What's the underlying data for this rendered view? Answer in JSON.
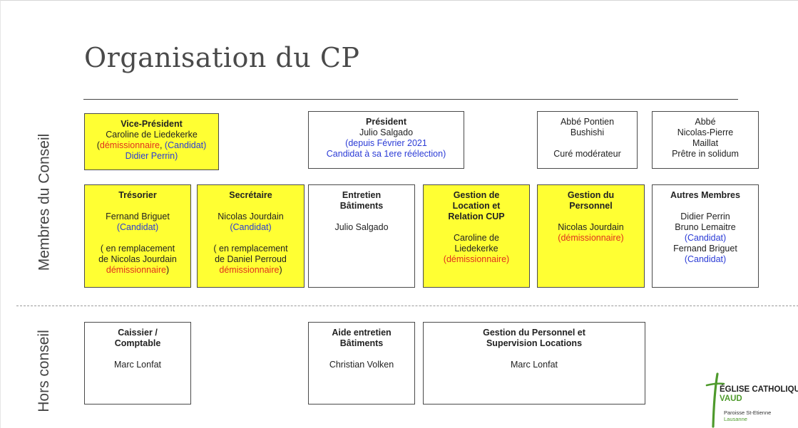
{
  "slide": {
    "title": "Organisation du CP",
    "section_members": "Membres du Conseil",
    "section_hors": "Hors conseil"
  },
  "colors": {
    "highlight": "#ffff33",
    "candidate_text": "#2b3bd6",
    "resigned_text": "#e0301e",
    "logo_green": "#4e9a2c"
  },
  "boxes": {
    "vice_president": {
      "title": "Vice-Président",
      "name": "Caroline de Liedekerke",
      "status_resigned": "démissionnaire",
      "comma": ",",
      "candidate_prefix": "(Candidat)",
      "candidate_name": "Didier Perrin)"
    },
    "president": {
      "title": "Président",
      "name": "Julio Salgado",
      "since": "(depuis Février 2021",
      "reelection": "Candidat à sa 1ere réélection)"
    },
    "abbe_pontien": {
      "line1": "Abbé Pontien",
      "line2": "Bushishi",
      "role": "Curé modérateur"
    },
    "abbe_maillat": {
      "line1": "Abbé",
      "line2": "Nicolas-Pierre",
      "line3": "Maillat",
      "role": "Prêtre in solidum"
    },
    "tresorier": {
      "title": "Trésorier",
      "name": "Fernand Briguet",
      "candidate": "(Candidat)",
      "replace1": "( en remplacement",
      "replace2": "de Nicolas Jourdain",
      "resigned": "démissionnaire"
    },
    "secretaire": {
      "title": "Secrétaire",
      "name": "Nicolas Jourdain",
      "candidate": "(Candidat)",
      "replace1": "( en remplacement",
      "replace2": "de Daniel Perroud",
      "resigned": "démissionnaire"
    },
    "entretien": {
      "title1": "Entretien",
      "title2": "Bâtiments",
      "name": "Julio Salgado"
    },
    "location": {
      "title1": "Gestion de",
      "title2": "Location et",
      "title3": "Relation CUP",
      "name1": "Caroline de",
      "name2": "Liedekerke",
      "resigned": "(démissionnaire)"
    },
    "personnel": {
      "title1": "Gestion du",
      "title2": "Personnel",
      "name": "Nicolas Jourdain",
      "resigned": "(démissionnaire)"
    },
    "autres": {
      "title": "Autres Membres",
      "member1": "Didier Perrin",
      "member2": "Bruno Lemaitre",
      "member2_status": "(Candidat)",
      "member3": "Fernand Briguet",
      "member3_status": "(Candidat)"
    },
    "caissier": {
      "title1": "Caissier /",
      "title2": "Comptable",
      "name": "Marc Lonfat"
    },
    "aide_entretien": {
      "title1": "Aide entretien",
      "title2": "Bâtiments",
      "name": "Christian Volken"
    },
    "gestion_supervision": {
      "title1": "Gestion du Personnel et",
      "title2": "Supervision Locations",
      "name": "Marc Lonfat"
    }
  },
  "logo": {
    "line1": "ÉGLISE CATHOLIQUE",
    "line2": "VAUD",
    "line3": "Paroisse St-Etienne",
    "line4": "Lausanne"
  }
}
